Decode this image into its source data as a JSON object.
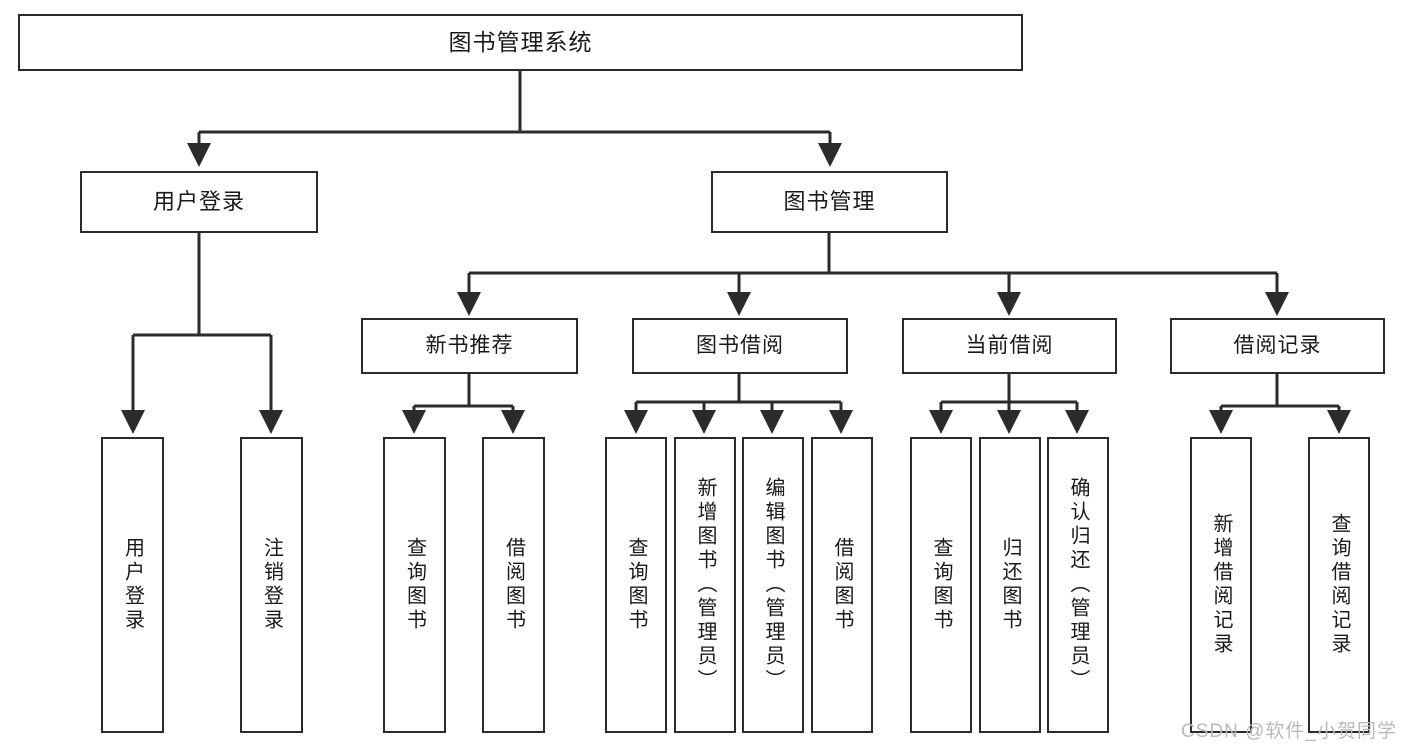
{
  "diagram": {
    "title": "图书管理系统",
    "type": "hierarchy-tree",
    "watermark": "CSDN @软件_小贺同学",
    "colors": {
      "border": "#2b2b2b",
      "background": "#ffffff",
      "text": "#1a1a1a",
      "watermark": "#b9b9b9"
    },
    "root": {
      "label": "图书管理系统"
    },
    "level1": [
      {
        "id": "user-login",
        "label": "用户登录"
      },
      {
        "id": "book-management",
        "label": "图书管理"
      }
    ],
    "level2": [
      {
        "id": "new-book-recommend",
        "label": "新书推荐",
        "parent": "book-management"
      },
      {
        "id": "book-borrow",
        "label": "图书借阅",
        "parent": "book-management"
      },
      {
        "id": "current-borrow",
        "label": "当前借阅",
        "parent": "book-management"
      },
      {
        "id": "borrow-record",
        "label": "借阅记录",
        "parent": "book-management"
      }
    ],
    "leaves": [
      {
        "id": "leaf-user-login",
        "label": "用户登录",
        "parent": "user-login"
      },
      {
        "id": "leaf-logout-login",
        "label": "注销登录",
        "parent": "user-login"
      },
      {
        "id": "leaf-query-book-1",
        "label": "查询图书",
        "parent": "new-book-recommend"
      },
      {
        "id": "leaf-borrow-book-1",
        "label": "借阅图书",
        "parent": "new-book-recommend"
      },
      {
        "id": "leaf-query-book-2",
        "label": "查询图书",
        "parent": "book-borrow"
      },
      {
        "id": "leaf-add-book",
        "label": "新增图书（管理员）",
        "parent": "book-borrow"
      },
      {
        "id": "leaf-edit-book",
        "label": "编辑图书（管理员）",
        "parent": "book-borrow"
      },
      {
        "id": "leaf-borrow-book-2",
        "label": "借阅图书",
        "parent": "book-borrow"
      },
      {
        "id": "leaf-query-book-3",
        "label": "查询图书",
        "parent": "current-borrow"
      },
      {
        "id": "leaf-return-book",
        "label": "归还图书",
        "parent": "current-borrow"
      },
      {
        "id": "leaf-confirm-return",
        "label": "确认归还（管理员）",
        "parent": "current-borrow"
      },
      {
        "id": "leaf-add-record",
        "label": "新增借阅记录",
        "parent": "borrow-record"
      },
      {
        "id": "leaf-query-record",
        "label": "查询借阅记录",
        "parent": "borrow-record"
      }
    ]
  }
}
